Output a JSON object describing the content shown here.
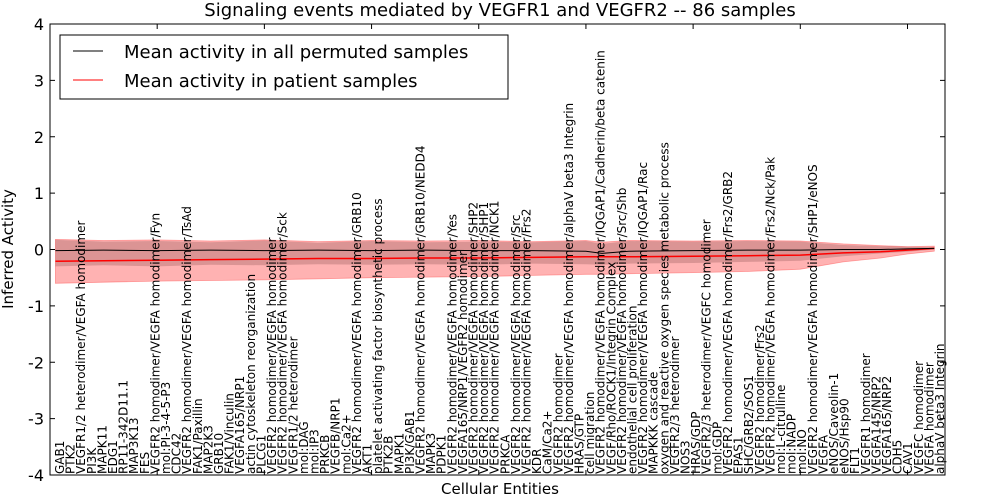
{
  "chart_data": {
    "type": "line",
    "title": "Signaling events mediated by VEGFR1 and VEGFR2 -- 86 samples",
    "xlabel": "Cellular Entities",
    "ylabel": "Inferred Activity",
    "ylim": [
      -4,
      4
    ],
    "xlim": [
      0,
      167
    ],
    "yticks": [
      "-4",
      "-3",
      "-2",
      "-1",
      "0",
      "1",
      "2",
      "3",
      "4"
    ],
    "ytick_values": [
      -4,
      -3,
      -2,
      -1,
      0,
      1,
      2,
      3,
      4
    ],
    "legend": {
      "placement": "top-left",
      "entries": [
        {
          "label": "Mean activity in all permuted samples",
          "color": "#000000"
        },
        {
          "label": "Mean activity in patient samples",
          "color": "#ff0000"
        }
      ]
    },
    "x": [
      1,
      10,
      20,
      30,
      40,
      50,
      60,
      70,
      80,
      90,
      100,
      103,
      108,
      120,
      130,
      140,
      148,
      155,
      160,
      165
    ],
    "series": [
      {
        "name": "Mean activity in all permuted samples",
        "color": "#000000",
        "values": [
          -0.02,
          -0.01,
          -0.02,
          -0.01,
          -0.02,
          -0.01,
          -0.02,
          -0.01,
          -0.02,
          -0.02,
          -0.03,
          -0.07,
          -0.03,
          -0.02,
          -0.01,
          -0.01,
          0.0,
          0.0,
          0.01,
          0.02
        ],
        "lower": [
          -0.3,
          -0.28,
          -0.3,
          -0.27,
          -0.28,
          -0.26,
          -0.27,
          -0.26,
          -0.27,
          -0.25,
          -0.26,
          -0.27,
          -0.25,
          -0.24,
          -0.22,
          -0.2,
          -0.12,
          -0.07,
          -0.04,
          0.0
        ],
        "upper": [
          0.17,
          0.14,
          0.15,
          0.13,
          0.16,
          0.12,
          0.15,
          0.13,
          0.14,
          0.13,
          0.15,
          0.1,
          0.15,
          0.14,
          0.15,
          0.14,
          0.08,
          0.06,
          0.05,
          0.04
        ]
      },
      {
        "name": "Mean activity in patient samples",
        "color": "#ff0000",
        "values": [
          -0.21,
          -0.2,
          -0.19,
          -0.18,
          -0.17,
          -0.16,
          -0.16,
          -0.15,
          -0.15,
          -0.14,
          -0.13,
          -0.13,
          -0.13,
          -0.12,
          -0.11,
          -0.1,
          -0.06,
          -0.04,
          -0.01,
          0.02
        ],
        "lower": [
          -0.6,
          -0.58,
          -0.56,
          -0.55,
          -0.54,
          -0.52,
          -0.5,
          -0.49,
          -0.48,
          -0.46,
          -0.44,
          -0.44,
          -0.43,
          -0.41,
          -0.39,
          -0.35,
          -0.22,
          -0.15,
          -0.08,
          -0.03
        ],
        "upper": [
          0.18,
          0.16,
          0.17,
          0.15,
          0.17,
          0.14,
          0.16,
          0.15,
          0.16,
          0.14,
          0.16,
          0.13,
          0.16,
          0.15,
          0.16,
          0.15,
          0.1,
          0.07,
          0.05,
          0.06
        ]
      }
    ],
    "entity_labels": [
      "GAB1",
      "PTK2",
      "VEGFR1/2 heterodimer/VEGFA homodimer",
      "PI3K",
      "MAPK11",
      "EDG1",
      "RP11-342D11.1",
      "MAP3K13",
      "FES",
      "VEGFR2 homodimer/VEGFA homodimer/Fyn",
      "mol:PI-3-4-5-P3",
      "CDC42",
      "VEGFR2 homodimer/VEGFA homodimer/TsAd",
      "FAK1/Paxillin",
      "MAP2K3",
      "GRB10",
      "FAK1/Vinculin",
      "VEGFA165/NRP1",
      "actin cytoskeleton reorganization",
      "PLCG1",
      "VEGFR2 homodimer/VEGFA homodimer",
      "VEGFR2 homodimer/VEGFA homodimer/Sck",
      "VEGFR1/2 heterodimer",
      "mol:DAG",
      "mol:IP3",
      "PRKCB",
      "VEGFB/NRP1",
      "mol:Ca2+",
      "VEGFR2 homodimer/VEGFA homodimer/GRB10",
      "AKT1",
      "platelet activating factor biosynthetic process",
      "PTK2B",
      "MAPK1",
      "PI3K/GAB1",
      "VEGFR2 homodimer/VEGFA homodimer/GRB10/NEDD4",
      "MAPK3",
      "PDPK1",
      "VEGFR2 homodimer/VEGFA homodimer/Yes",
      "VEGFA165/NRP1/VEGFR2 homodimer",
      "VEGFR2 homodimer/VEGFA homodimer/SHP2",
      "VEGFR2 homodimer/VEGFA homodimer/SHP1",
      "VEGFR2 homodimer/VEGFA homodimer/NCK1",
      "PRKCA",
      "VEGFR2 homodimer/VEGFA homodimer/Src",
      "VEGFR2 homodimer/VEGFA homodimer/Frs2",
      "KDR",
      "CaM/Ca2+",
      "VEGFR2 homodimer",
      "VEGFR2 homodimer/VEGFA homodimer/alphaV beta3 Integrin",
      "HRAS/GTP",
      "cell migration",
      "VEGFR2 homodimer/VEGFA homodimer/IQGAP1/Cadherin/beta catenin",
      "VEGF/Rho/ROCK1/Integrin Complex",
      "VEGFR2 homodimer/VEGFA homodimer/Src/Shb",
      "endothelial cell proliferation",
      "VEGFR2 homodimer/VEGFA homodimer/IQGAP1/Rac",
      "MAPKKK cascade",
      "oxygen and reactive oxygen species metabolic process",
      "VEGFR2/3 heterodimer",
      "NOS3",
      "HRAS/GDP",
      "VEGFR2/3 heterodimer/VEGFC homodimer",
      "mol:GDP",
      "VEGFR2 homodimer/VEGFA homodimer/Frs2/GRB2",
      "EPAS1",
      "SHC/GRB2/SOS1",
      "VEGFR2 homodimer/Frs2",
      "VEGFR2 homodimer/VEGFA homodimer/Frs2/Nck/Pak",
      "mol:L-citrulline",
      "mol:NADP",
      "mol:NO",
      "VEGFR2 homodimer/VEGFA homodimer/SHP1/eNOS",
      "VEGFA",
      "eNOS/Caveolin-1",
      "eNOS/Hsp90",
      "FLT1",
      "VEGFR1 homodimer",
      "VEGFA145/NRP2",
      "VEGFA165/NRP2",
      "CDH5",
      "CAV1",
      "VEGFC homodimer",
      "VEGFA homodimer",
      "alphaV beta3 Integrin"
    ]
  }
}
